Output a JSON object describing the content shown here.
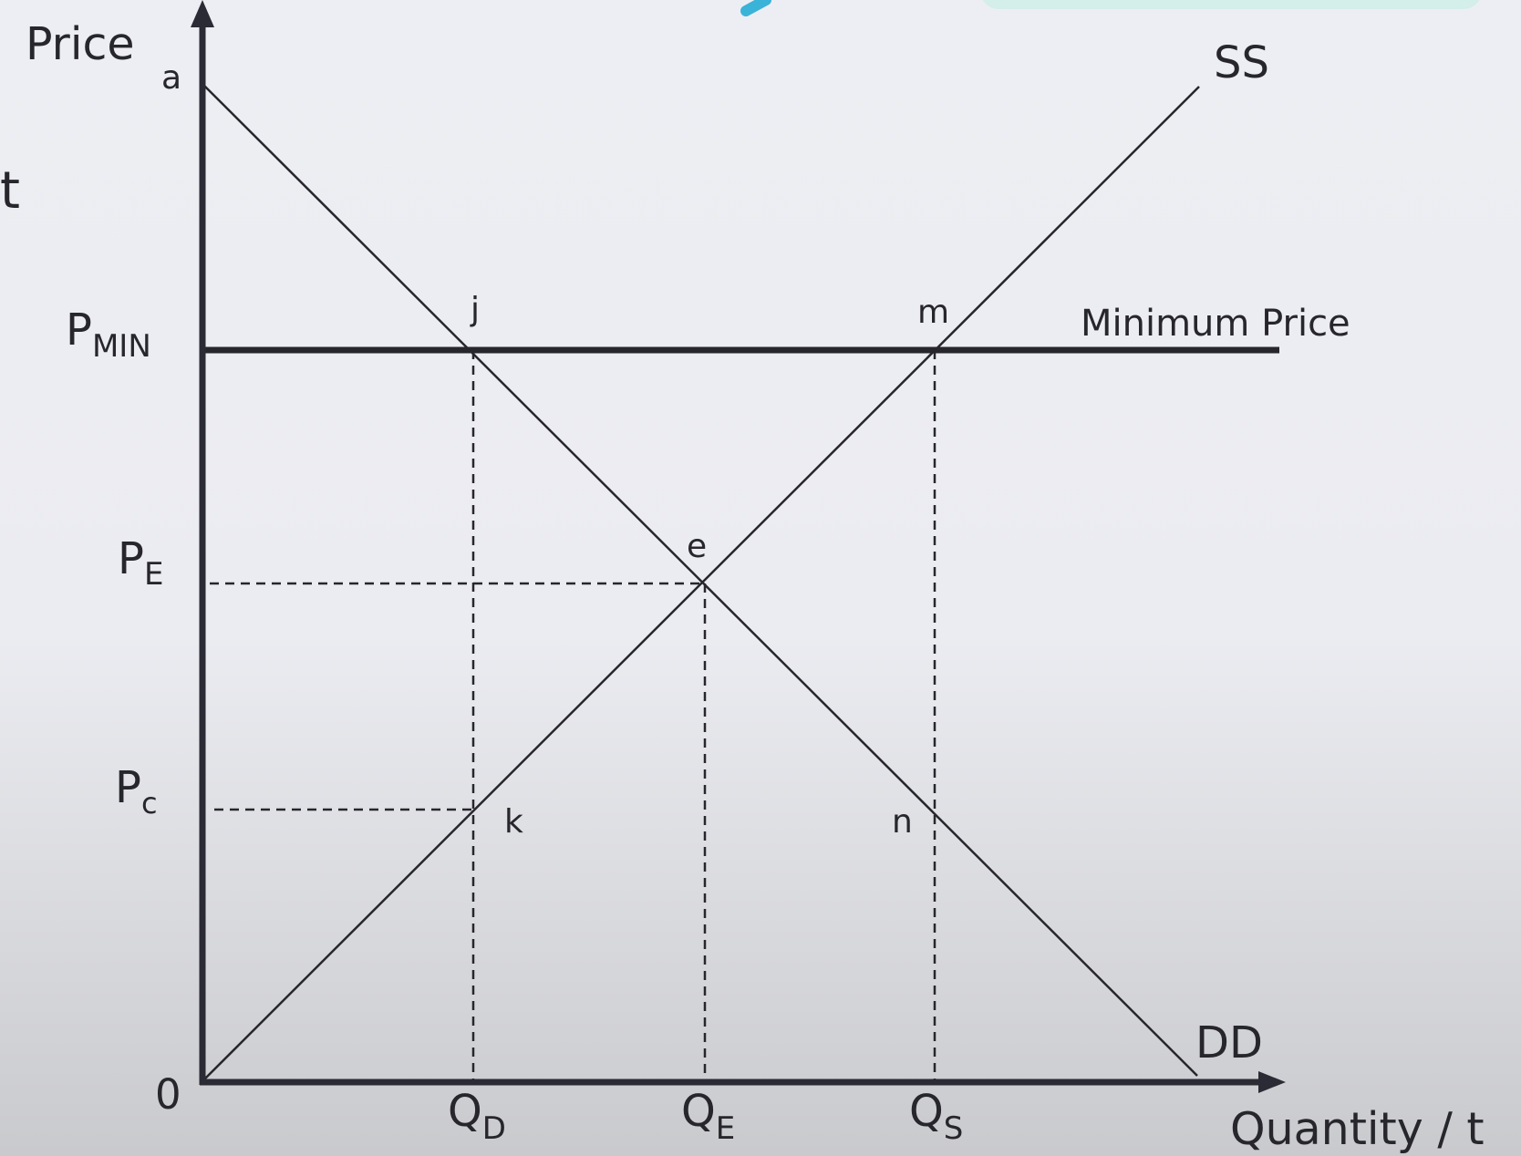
{
  "diagram": {
    "fragment_left": "t",
    "y_axis_label": "Price",
    "x_axis_label": "Quantity / t",
    "origin_label": "0",
    "price_labels": {
      "pmin": {
        "main": "P",
        "sub": "MIN"
      },
      "pe": {
        "main": "P",
        "sub": "E"
      },
      "pc": {
        "main": "P",
        "sub": "c"
      }
    },
    "quantity_labels": {
      "qd": {
        "main": "Q",
        "sub": "D"
      },
      "qe": {
        "main": "Q",
        "sub": "E"
      },
      "qs": {
        "main": "Q",
        "sub": "S"
      }
    },
    "curve_labels": {
      "supply": "SS",
      "demand": "DD",
      "min_price": "Minimum Price"
    },
    "point_labels": {
      "a": "a",
      "j": "j",
      "m": "m",
      "e": "e",
      "k": "k",
      "n": "n"
    },
    "colors": {
      "ink": "#26262c",
      "axis": "#2b2b35",
      "accent": "#3ab3d8",
      "chip": "#d4eeea"
    }
  }
}
